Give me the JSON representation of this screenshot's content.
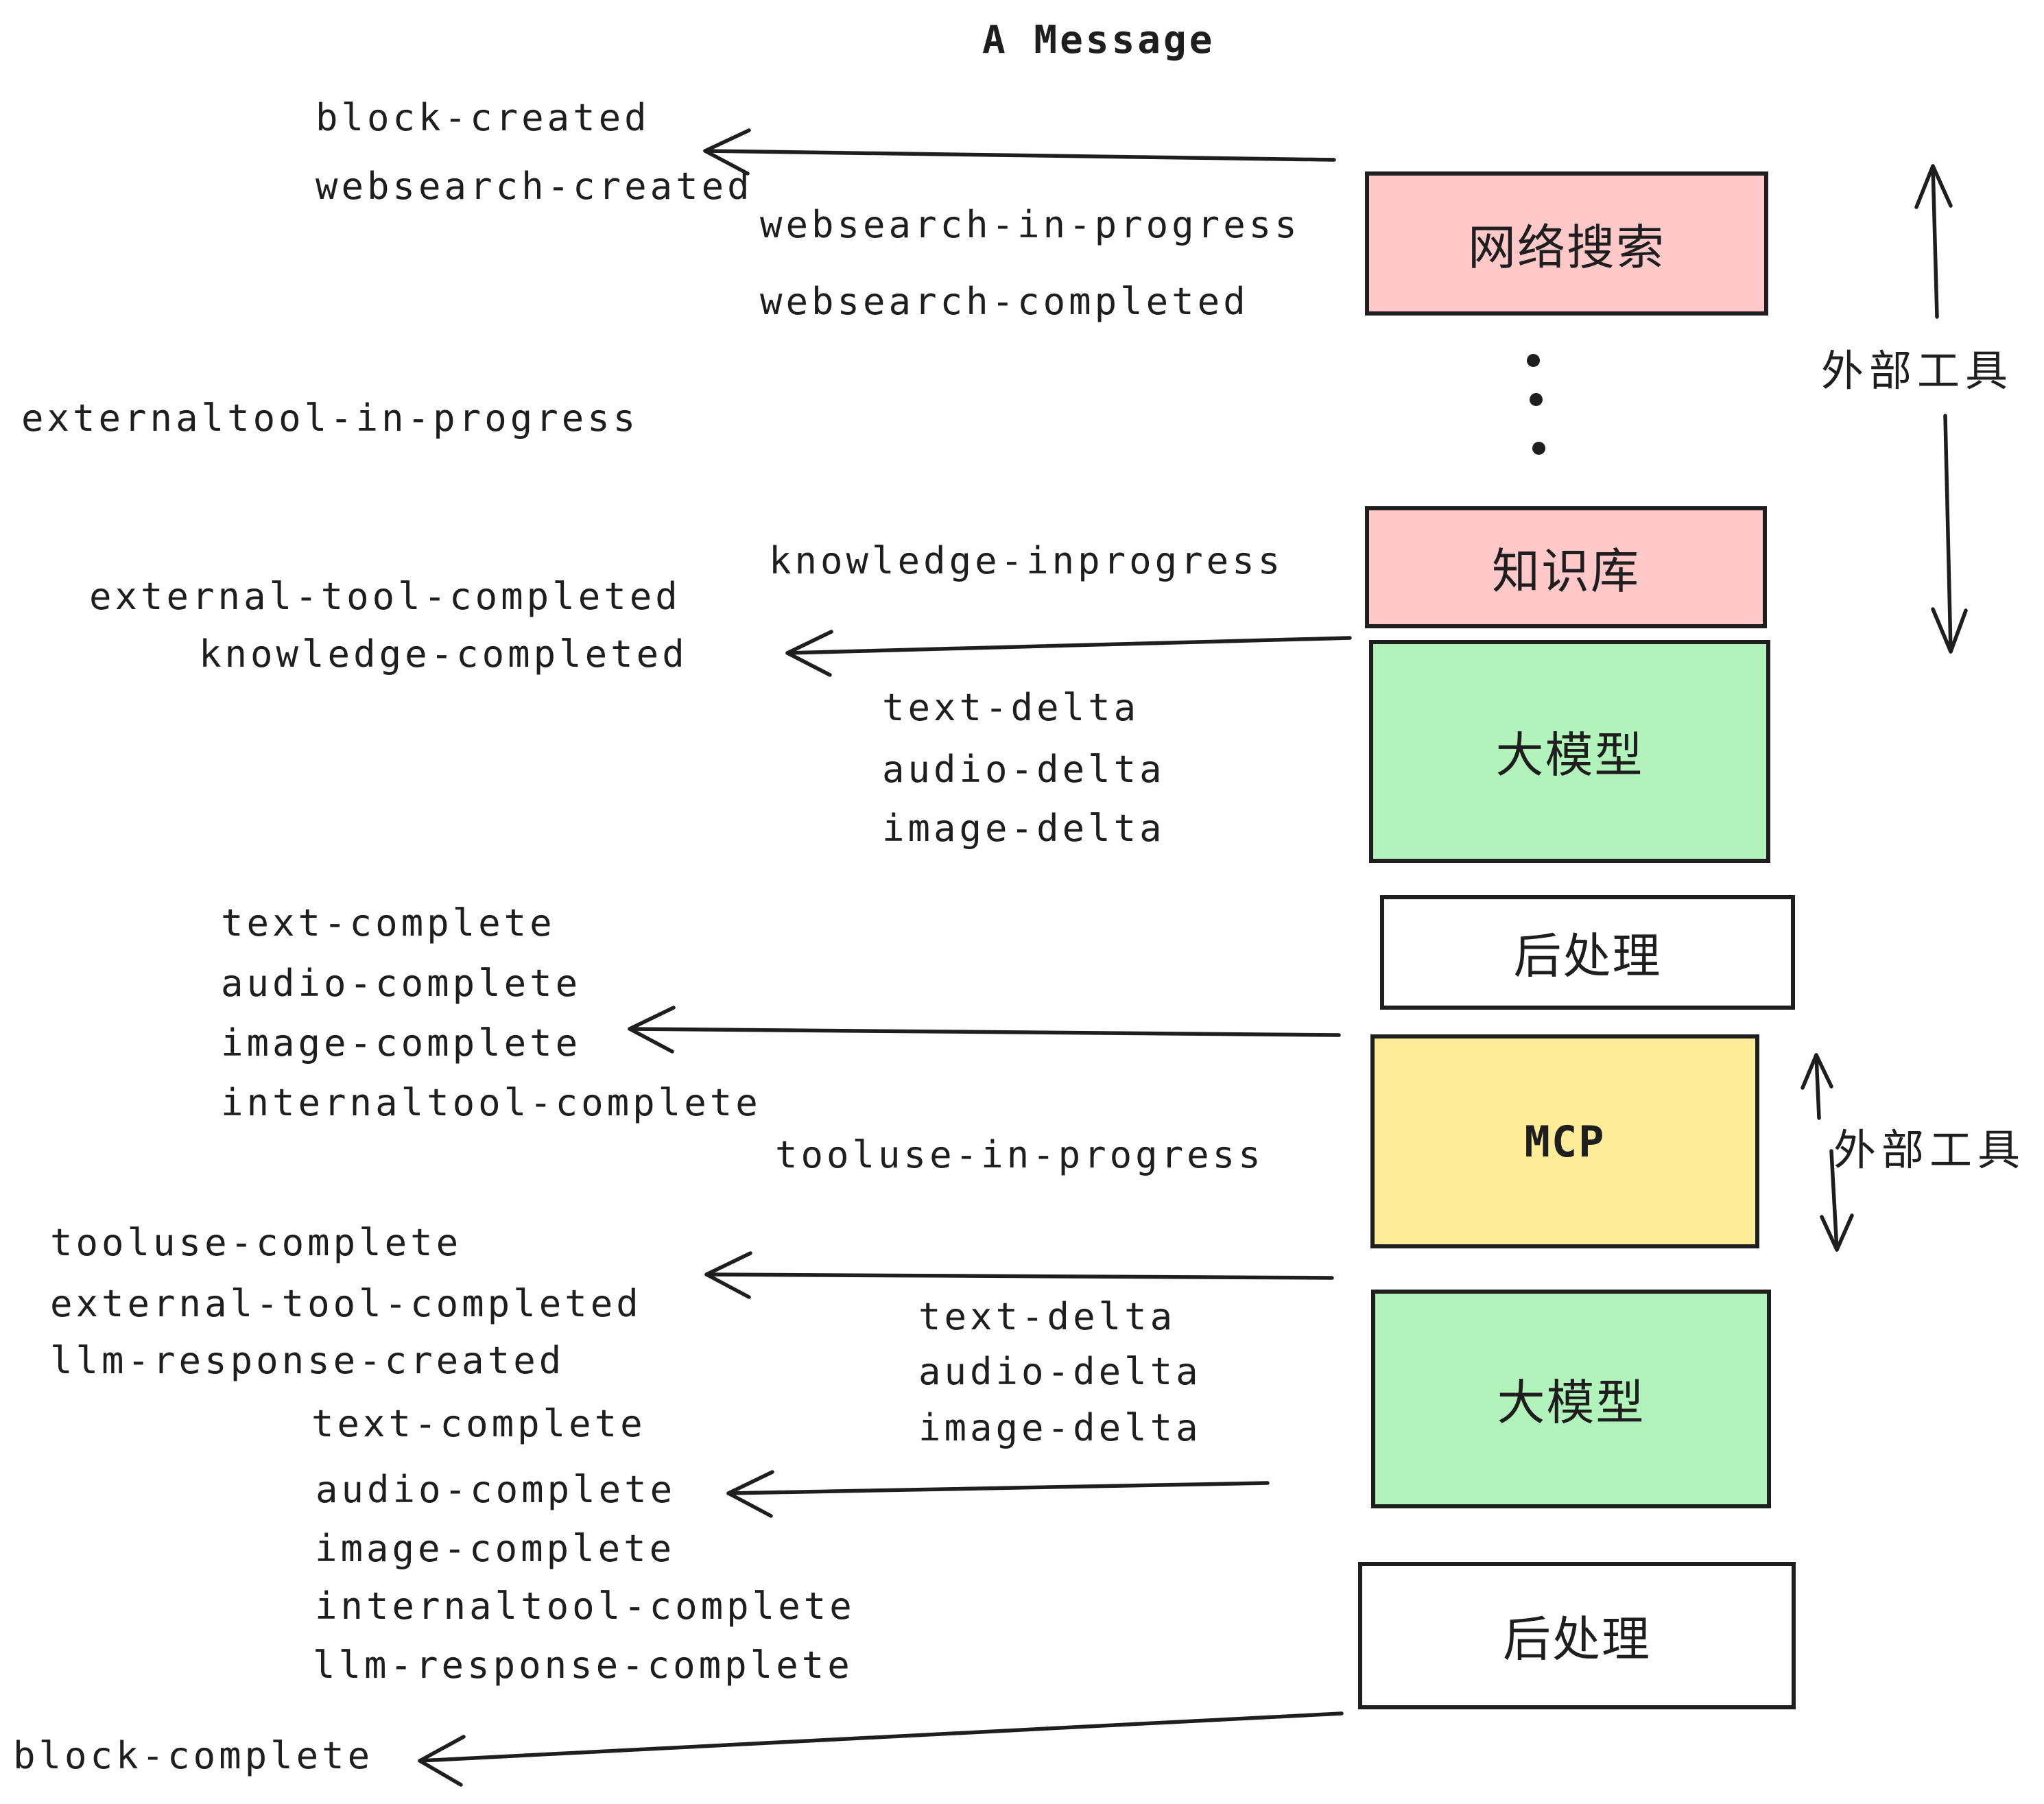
{
  "title": "A Message",
  "colors": {
    "pink": "#ffc9c9",
    "green": "#b2f2bb",
    "yellow": "#ffec99",
    "white": "#ffffff",
    "ink": "#1e1e1e"
  },
  "events": [
    {
      "id": "block-created",
      "text": "block-created"
    },
    {
      "id": "websearch-created",
      "text": "websearch-created"
    },
    {
      "id": "websearch-in-progress",
      "text": "websearch-in-progress"
    },
    {
      "id": "websearch-completed",
      "text": "websearch-completed"
    },
    {
      "id": "externaltool-in-progress",
      "text": "externaltool-in-progress"
    },
    {
      "id": "knowledge-inprogress",
      "text": "knowledge-inprogress"
    },
    {
      "id": "external-tool-completed-1",
      "text": "external-tool-completed"
    },
    {
      "id": "knowledge-completed",
      "text": "knowledge-completed"
    },
    {
      "id": "text-delta-1",
      "text": "text-delta"
    },
    {
      "id": "audio-delta-1",
      "text": "audio-delta"
    },
    {
      "id": "image-delta-1",
      "text": "image-delta"
    },
    {
      "id": "text-complete-1",
      "text": "text-complete"
    },
    {
      "id": "audio-complete-1",
      "text": "audio-complete"
    },
    {
      "id": "image-complete-1",
      "text": "image-complete"
    },
    {
      "id": "internaltool-complete-1",
      "text": "internaltool-complete"
    },
    {
      "id": "tooluse-in-progress",
      "text": "tooluse-in-progress"
    },
    {
      "id": "tooluse-complete",
      "text": "tooluse-complete"
    },
    {
      "id": "external-tool-completed-2",
      "text": "external-tool-completed"
    },
    {
      "id": "llm-response-created",
      "text": "llm-response-created"
    },
    {
      "id": "text-complete-2",
      "text": "text-complete"
    },
    {
      "id": "audio-complete-2",
      "text": "audio-complete"
    },
    {
      "id": "image-complete-2",
      "text": "image-complete"
    },
    {
      "id": "internaltool-complete-2",
      "text": "internaltool-complete"
    },
    {
      "id": "llm-response-complete",
      "text": "llm-response-complete"
    },
    {
      "id": "block-complete",
      "text": "block-complete"
    },
    {
      "id": "text-delta-2",
      "text": "text-delta"
    },
    {
      "id": "audio-delta-2",
      "text": "audio-delta"
    },
    {
      "id": "image-delta-2",
      "text": "image-delta"
    }
  ],
  "boxes": [
    {
      "id": "websearch",
      "label": "网络搜索",
      "color_hex": "#ffc9c9"
    },
    {
      "id": "knowledge",
      "label": "知识库",
      "color_hex": "#ffc9c9"
    },
    {
      "id": "llm-1",
      "label": "大模型",
      "color_hex": "#b2f2bb"
    },
    {
      "id": "postprocess-1",
      "label": "后处理",
      "color_hex": "#ffffff"
    },
    {
      "id": "mcp",
      "label": "MCP",
      "color_hex": "#ffec99"
    },
    {
      "id": "llm-2",
      "label": "大模型",
      "color_hex": "#b2f2bb"
    },
    {
      "id": "postprocess-2",
      "label": "后处理",
      "color_hex": "#ffffff"
    }
  ],
  "side_labels": [
    {
      "id": "external-tools-1",
      "text": "外部工具"
    },
    {
      "id": "external-tools-2",
      "text": "外部工具"
    }
  ],
  "icons": {
    "ellipsis": "vertical-dots"
  }
}
